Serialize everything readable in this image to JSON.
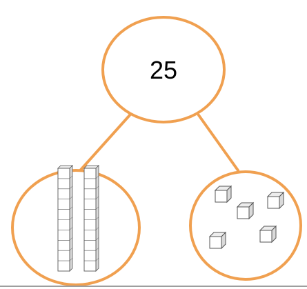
{
  "diagram": {
    "whole": {
      "value": "25"
    },
    "parts": [
      {
        "name": "tens",
        "rods": 2
      },
      {
        "name": "ones",
        "cubes": 5
      }
    ],
    "colors": {
      "circle": "#F0A050",
      "connector": "#F0A050",
      "block_fill": "#FFFFFF",
      "block_top": "#EDEDED",
      "block_side": "#DADADA",
      "block_stroke": "#555555",
      "baseline": "#9E9E9E"
    }
  }
}
